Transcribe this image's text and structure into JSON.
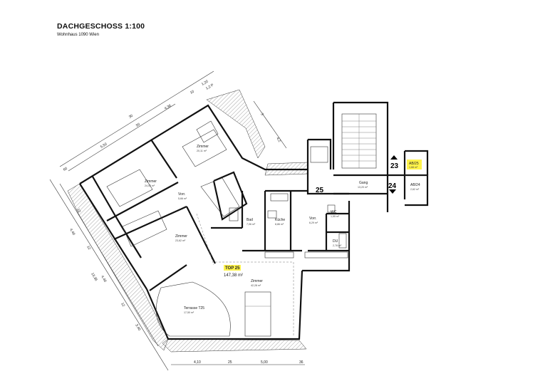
{
  "header": {
    "title": "DACHGESCHOSS 1:100",
    "subtitle": "Wohnhaus 1090 Wien"
  },
  "rooms": [
    {
      "id": "zimmer-1",
      "name": "Zimmer",
      "area": "20,11 m²"
    },
    {
      "id": "zimmer-2",
      "name": "Zimmer",
      "area": "24,02 m²"
    },
    {
      "id": "vorr-1",
      "name": "Vorr.",
      "area": "5,66 m²"
    },
    {
      "id": "zimmer-3",
      "name": "Zimmer",
      "area": "23,62 m²"
    },
    {
      "id": "bad",
      "name": "Bad",
      "area": "7,06 m²"
    },
    {
      "id": "kueche",
      "name": "Küche",
      "area": "8,86 m²"
    },
    {
      "id": "vorr-2",
      "name": "Vorr.",
      "area": "6,29 m²"
    },
    {
      "id": "wc",
      "name": "WC",
      "area": "1,55 m²"
    },
    {
      "id": "du",
      "name": "DU",
      "area": "2,78 m²"
    },
    {
      "id": "zimmer-4",
      "name": "Zimmer",
      "area": "42,28 m²"
    },
    {
      "id": "terrasse",
      "name": "Terrasse T25",
      "area": "17,50 m²"
    },
    {
      "id": "gang",
      "name": "Gang",
      "area": "13,20 m²"
    },
    {
      "id": "ab25",
      "name": "AB/25",
      "area": "1,68 m²"
    },
    {
      "id": "ab24",
      "name": "AB/24",
      "area": "2,62 m²"
    }
  ],
  "unit": {
    "label": "TOP 25",
    "area": "147,38 m²"
  },
  "doors": {
    "d25": "25",
    "d24": "24",
    "d23": "23"
  },
  "dimensions": {
    "top": [
      "1,20",
      "5,50",
      "4,36",
      "1,2 P",
      "60",
      "10",
      "50",
      "30"
    ],
    "left": [
      "4,40",
      "4,40",
      "13,36",
      "3,40",
      "12",
      "12",
      "12"
    ],
    "bottom": [
      "4,10",
      "25",
      "5,00",
      "36"
    ],
    "right": [
      "4,2",
      "3"
    ]
  },
  "colors": {
    "highlight": "#fff34a",
    "wall": "#111111",
    "hatch": "#555555"
  }
}
